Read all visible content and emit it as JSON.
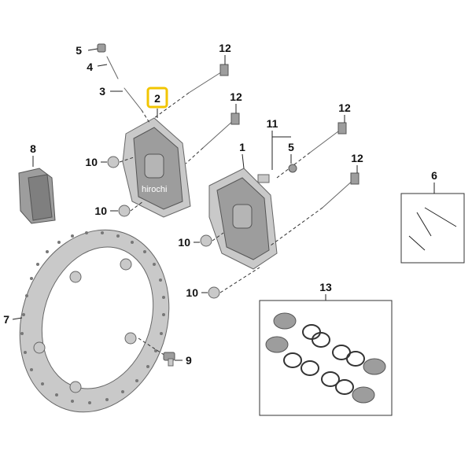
{
  "watermark": "hirochi",
  "callouts": [
    {
      "id": "c5a",
      "label": "5"
    },
    {
      "id": "c4",
      "label": "4"
    },
    {
      "id": "c3",
      "label": "3"
    },
    {
      "id": "c2",
      "label": "2"
    },
    {
      "id": "c12a",
      "label": "12"
    },
    {
      "id": "c12b",
      "label": "12"
    },
    {
      "id": "c12c",
      "label": "12"
    },
    {
      "id": "c12d",
      "label": "12"
    },
    {
      "id": "c11",
      "label": "11"
    },
    {
      "id": "c5b",
      "label": "5"
    },
    {
      "id": "c1",
      "label": "1"
    },
    {
      "id": "c8",
      "label": "8"
    },
    {
      "id": "c10a",
      "label": "10"
    },
    {
      "id": "c10b",
      "label": "10"
    },
    {
      "id": "c10c",
      "label": "10"
    },
    {
      "id": "c10d",
      "label": "10"
    },
    {
      "id": "c6",
      "label": "6"
    },
    {
      "id": "c7",
      "label": "7"
    },
    {
      "id": "c9",
      "label": "9"
    },
    {
      "id": "c13",
      "label": "13"
    }
  ],
  "colors": {
    "highlight": "#f2c500",
    "metal": "#c9c9c9",
    "line": "#222222"
  }
}
